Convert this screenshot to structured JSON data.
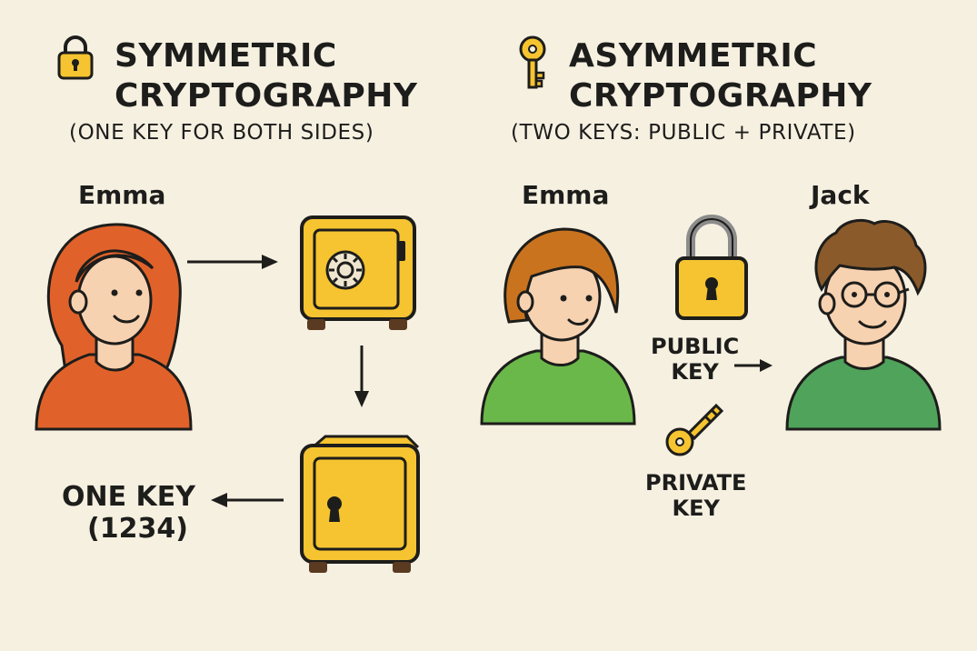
{
  "symmetric": {
    "title_line1": "SYMMETRIC",
    "title_line2": "CRYPTOGRAPHY",
    "subtitle": "(ONE KEY FOR BOTH SIDES)",
    "person_name": "Emma",
    "key_label_line1": "ONE KEY",
    "key_label_line2": "(1234)"
  },
  "asymmetric": {
    "title_line1": "ASYMMETRIC",
    "title_line2": "CRYPTOGRAPHY",
    "subtitle": "(TWO KEYS: PUBLIC + PRIVATE)",
    "sender_name": "Emma",
    "receiver_name": "Jack",
    "public_key_line1": "PUBLIC",
    "public_key_line2": "KEY",
    "private_key_line1": "PRIVATE",
    "private_key_line2": "KEY"
  },
  "colors": {
    "background": "#f6f0e1",
    "safe_yellow": "#f5c430",
    "outline": "#1d1d1b",
    "emma_left_hair": "#e0622a",
    "emma_left_shirt": "#e0622a",
    "emma_right_hair": "#c9731f",
    "shirt_green_light": "#6ab84a",
    "jack_hair": "#8a5a2b",
    "jack_shirt": "#4fa35a",
    "skin": "#f7d2b0"
  },
  "icons": [
    "padlock-icon",
    "key-icon",
    "safe-icon",
    "arrow-icon"
  ]
}
